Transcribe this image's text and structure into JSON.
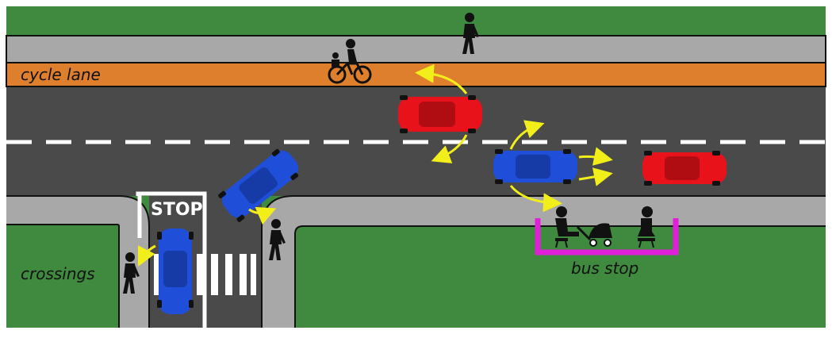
{
  "labels": {
    "cycle_lane": "cycle lane",
    "stop": "STOP",
    "crossings": "crossings",
    "bus_stop": "bus stop"
  },
  "colors": {
    "grass": "#3f8a3f",
    "sidewalk": "#a8a8a8",
    "cycle_lane": "#de7f2e",
    "road": "#4a4a4a",
    "car_red": "#e8121a",
    "car_blue": "#1f4fd8",
    "arrow": "#f2ee1a",
    "bus_stop": "#e020d8"
  },
  "icons": [
    "pedestrian-icon",
    "cyclist-icon",
    "seated-person-icon",
    "pram-icon",
    "arrow-icon"
  ]
}
